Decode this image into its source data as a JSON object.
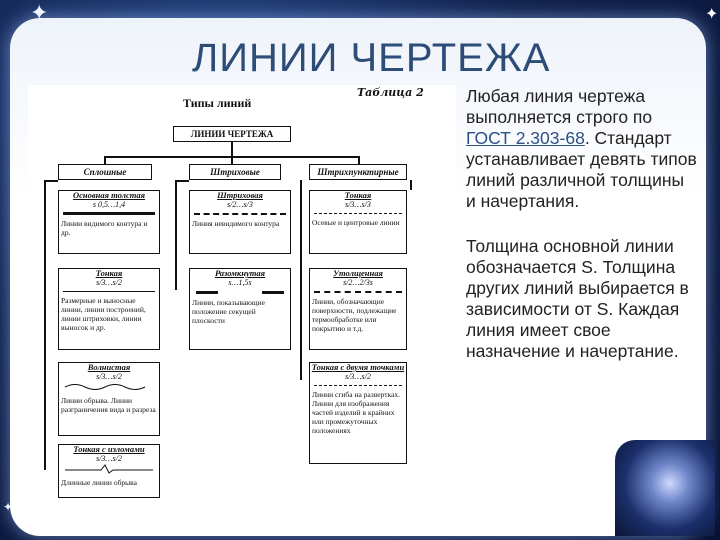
{
  "slide": {
    "title": "ЛИНИИ ЧЕРТЕЖА",
    "paragraph1": {
      "before": "Любая линия чертежа выполняется строго по ",
      "link": "ГОСТ 2.303-68",
      "after": ". Стандарт устанавливает девять типов линий различной толщины и начертания."
    },
    "paragraph2": "Толщина основной линии обозначается S. Толщина других линий выбирается в зависимости от S. Каждая линия имеет свое назначение и начертание."
  },
  "table": {
    "caption": "Таблица 2",
    "heading": "Типы линий",
    "root": "ЛИНИИ ЧЕРТЕЖА",
    "categories": [
      "Сплошные",
      "Штриховые",
      "Штрихпунктирные"
    ],
    "cells": [
      {
        "title": "Основная толстая",
        "size": "s 0,5…1,4",
        "desc": "Линии видимого контура и др."
      },
      {
        "title": "Штриховая",
        "size": "s/2…s/3",
        "desc": "Линия невидимого контура"
      },
      {
        "title": "Тонкая",
        "size": "s/3…s/3",
        "desc": "Осевые и центровые линии"
      },
      {
        "title": "Тонкая",
        "size": "s/3…s/2",
        "desc": "Размерные и выносные линии, линии построений, линии штриховки, линии выносок и др."
      },
      {
        "title": "Разомкнутая",
        "size": "s…1,5s",
        "desc": "Линии, показывающие положение секущей плоскости"
      },
      {
        "title": "Утолщенная",
        "size": "s/2…2/3s",
        "desc": "Линии, обозначающие поверхности, подлежащие термообработке или покрытию и т.д."
      },
      {
        "title": "Волнистая",
        "size": "s/3…s/2",
        "desc": "Линии обрыва. Линии разграничения вида и разреза"
      },
      {
        "title": "Тонкая с двумя точками",
        "size": "s/3…s/2",
        "desc": "Линии сгиба на развертках. Линии для изображения частей изделий в крайних или промежуточных положениях"
      },
      {
        "title": "Тонкая с изломами",
        "size": "s/3…s/2",
        "desc": "Длинные линии обрыва"
      }
    ]
  }
}
